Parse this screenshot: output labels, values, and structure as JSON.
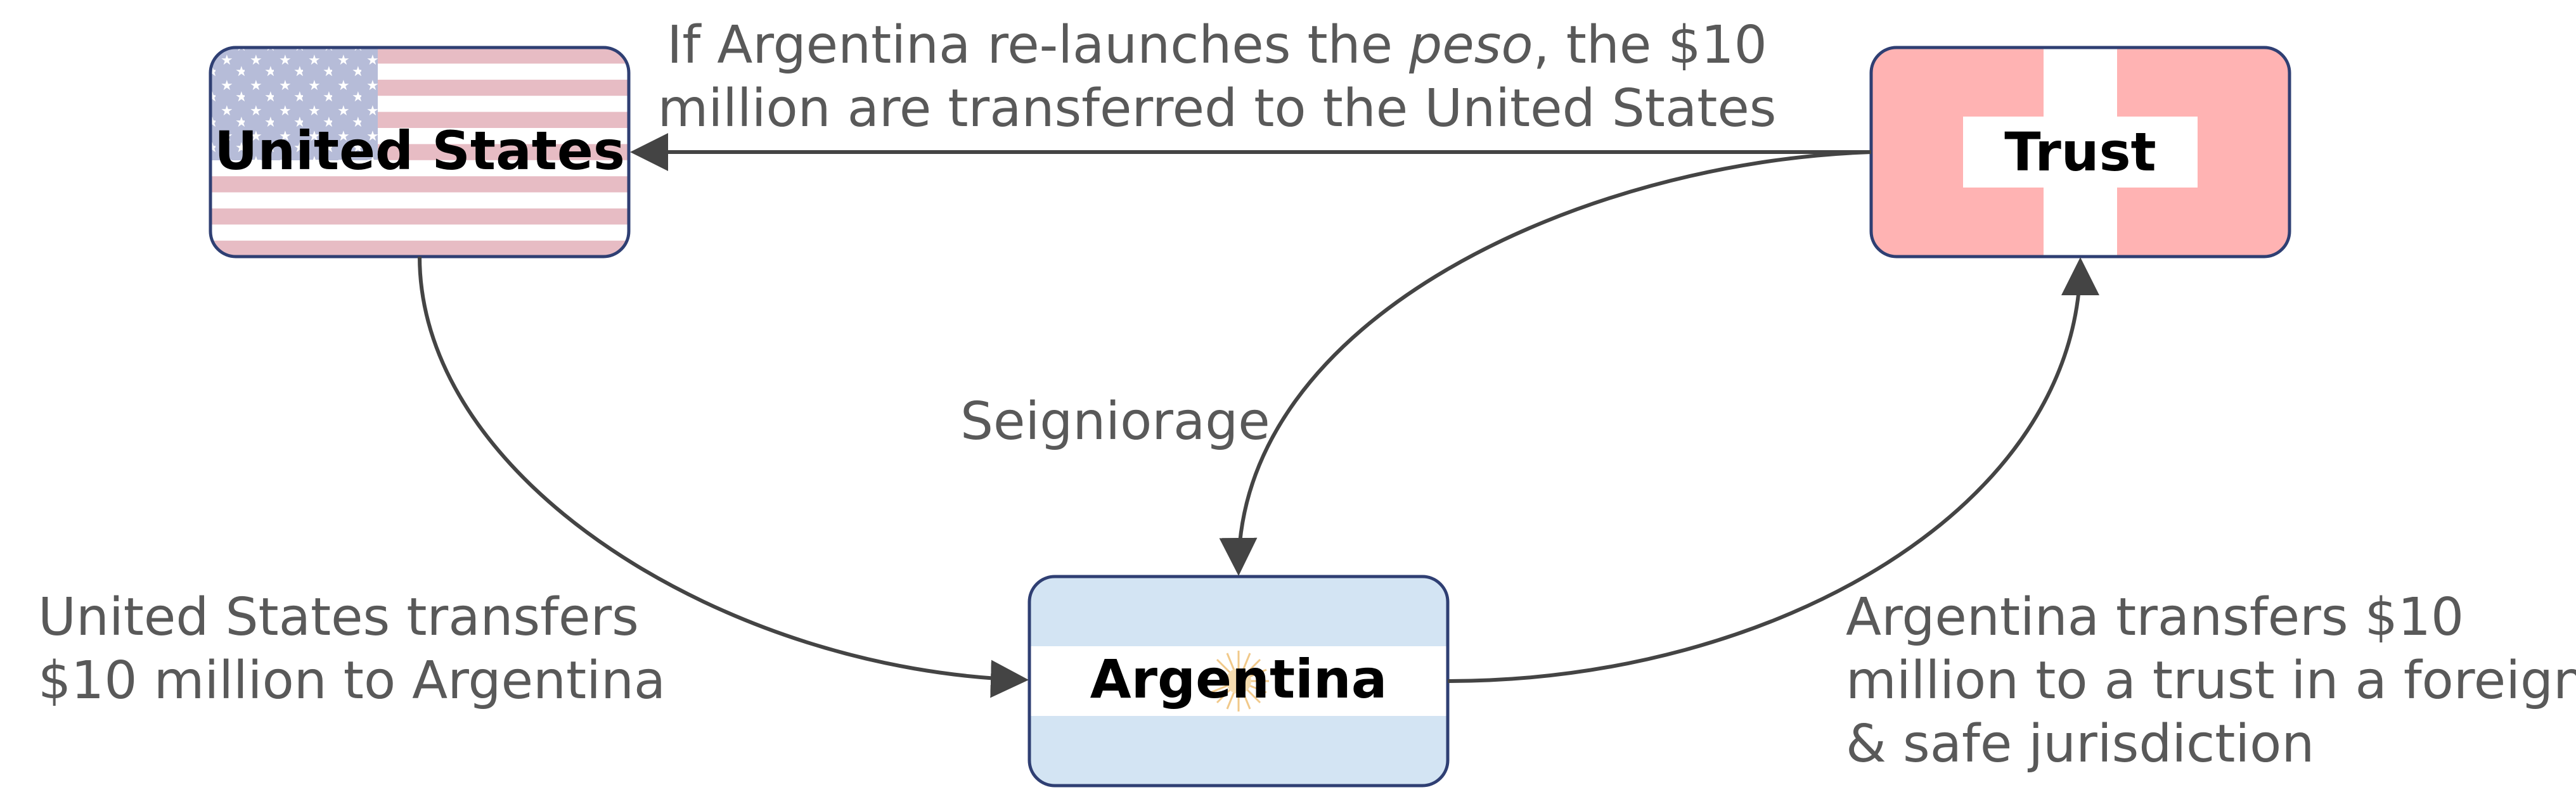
{
  "nodes": {
    "us": {
      "label": "United States"
    },
    "trust": {
      "label": "Trust"
    },
    "argentina": {
      "label": "Argentina"
    }
  },
  "edges": {
    "trust_to_us": {
      "line1_pre": "If Argentina re-launches the ",
      "line1_italic": "peso",
      "line1_post": ", the $10",
      "line2": "million are transferred to the United States"
    },
    "trust_to_argentina": {
      "label": "Seigniorage"
    },
    "us_to_argentina": {
      "line1": "United States transfers",
      "line2": "$10 million to Argentina"
    },
    "argentina_to_trust": {
      "line1": "Argentina transfers $10",
      "line2": "million to a trust in a foreign",
      "line3": "& safe jurisdiction"
    }
  },
  "colors": {
    "us_stripe_red": "#e7bcc4",
    "us_canton_blue": "#b6bcd8",
    "trust_red": "#ffb3b3",
    "argentina_blue": "#d3e4f3",
    "border": "#2f3f73",
    "arrow": "#444444"
  },
  "icons": {
    "us_flag": "stars-and-stripes",
    "trust_flag": "white-cross",
    "argentina_flag": "sun-of-may"
  }
}
